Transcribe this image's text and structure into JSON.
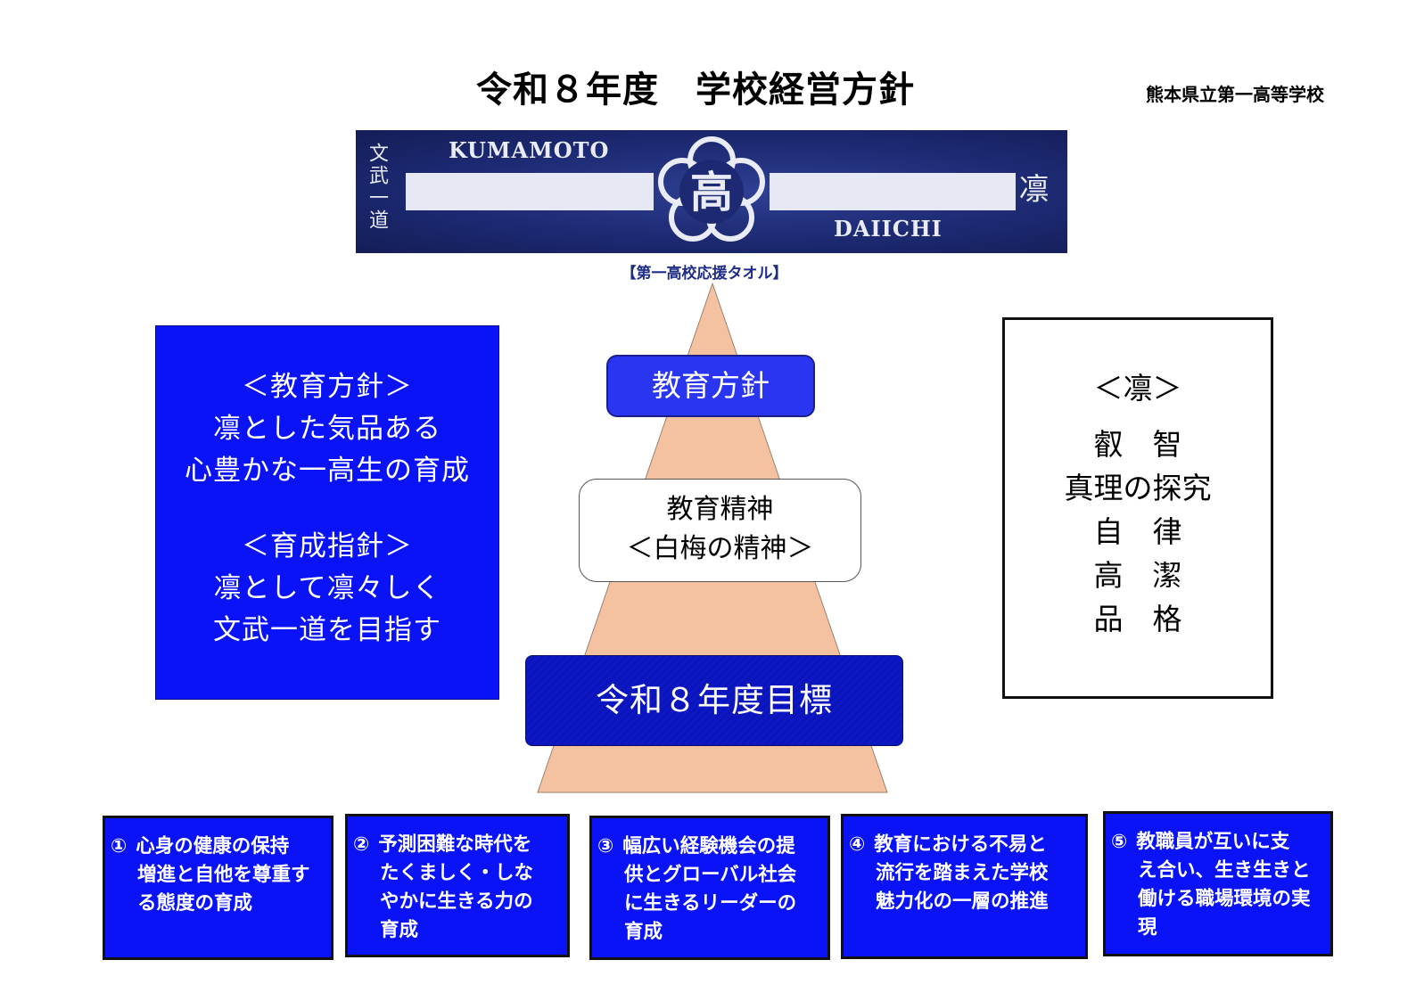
{
  "header": {
    "title": "令和８年度　学校経営方針",
    "school": "熊本県立第一高等学校"
  },
  "towel": {
    "text_top": "KUMAMOTO",
    "text_bottom": "DAIICHI",
    "motto_vertical": "文武一道",
    "rin_mark": "凛",
    "emblem_char": "高",
    "caption": "【第一高校応援タオル】",
    "colors": {
      "background": "#1d2a73",
      "bars": "#e6e9f4"
    }
  },
  "policy_panel": {
    "policy_heading": "＜教育方針＞",
    "policy_lines": [
      "凛とした気品ある",
      "心豊かな一高生の育成"
    ],
    "guideline_heading": "＜育成指針＞",
    "guideline_lines": [
      "凛として凛々しく",
      "文武一道を目指す"
    ]
  },
  "rin_panel": {
    "heading": "＜凛＞",
    "items": [
      "叡　智",
      "真理の探究",
      "自　律",
      "高　潔",
      "品　格"
    ]
  },
  "pyramid": {
    "top_label": "教育方針",
    "middle_label_1": "教育精神",
    "middle_label_2": "＜白梅の精神＞",
    "bottom_label": "令和８年度目標",
    "colors": {
      "fill": "#f5c2a1",
      "top_box": "#2a35f2",
      "bottom_box": "#0a14b8"
    }
  },
  "goals": [
    {
      "num": "①",
      "first": "心身の健康の保持",
      "rest": [
        "増進と自他を尊重す",
        "る態度の育成"
      ]
    },
    {
      "num": "②",
      "first": "予測困難な時代を",
      "rest": [
        "たくましく・しな",
        "やかに生きる力の",
        "育成"
      ]
    },
    {
      "num": "③",
      "first": "幅広い経験機会の提",
      "rest": [
        "供とグローバル社会",
        "に生きるリーダーの",
        "育成"
      ]
    },
    {
      "num": "④",
      "first": "教育における不易と",
      "rest": [
        "流行を踏まえた学校",
        "魅力化の一層の推進"
      ]
    },
    {
      "num": "⑤",
      "first": "教職員が互いに支",
      "rest": [
        "え合い、生き生きと",
        "働ける職場環境の実",
        "現"
      ]
    }
  ],
  "colors": {
    "panel_blue": "#0a13f5"
  }
}
